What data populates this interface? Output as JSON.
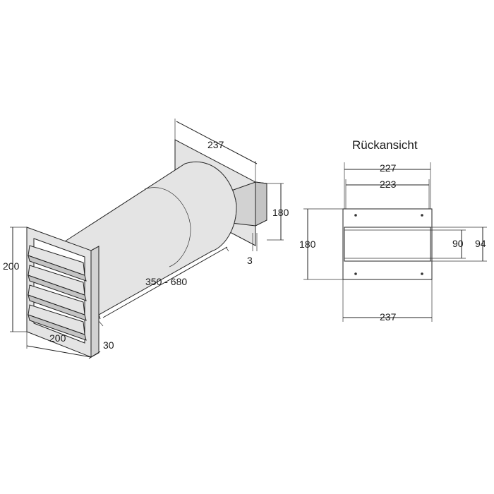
{
  "heading": "Rückansicht",
  "side_view": {
    "plate_width": "237",
    "depth": "350 - 680",
    "grille_height": "200",
    "grille_width": "200",
    "grille_depth": "30",
    "back_height": "180",
    "plate_thickness": "3"
  },
  "back_view": {
    "width_outer": "227",
    "width_inner": "223",
    "plate_height": "180",
    "plate_width": "237",
    "channel_inner": "90",
    "channel_outer": "94"
  }
}
